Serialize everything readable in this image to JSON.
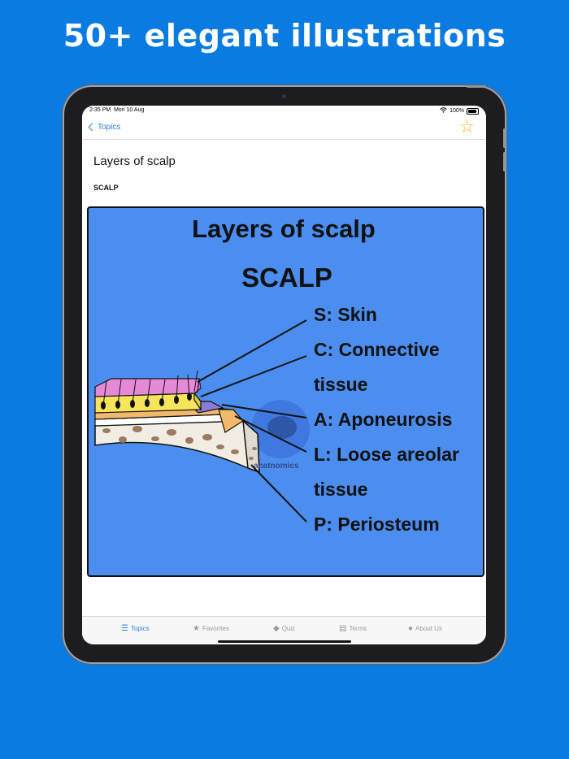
{
  "marketing": {
    "headline": "50+ elegant illustrations"
  },
  "status_bar": {
    "time": "2:35 PM",
    "date": "Mon 10 Aug",
    "battery": "100%"
  },
  "nav": {
    "back_label": "Topics",
    "favorite_icon": "star-outline-icon"
  },
  "page": {
    "title": "Layers of scalp",
    "subtitle": "SCALP"
  },
  "figure": {
    "title": "Layers of scalp",
    "subtitle": "SCALP",
    "labels": [
      "S: Skin",
      "C: Connective",
      "tissue",
      "A: Aponeurosis",
      "L: Loose areolar",
      "tissue",
      "P: Periosteum"
    ],
    "watermark": "anatnomics",
    "background_color": "#4c8ef0"
  },
  "tab_bar": {
    "tabs": [
      {
        "label": "Topics",
        "icon": "list-icon",
        "active": true
      },
      {
        "label": "Favorites",
        "icon": "star-icon",
        "active": false
      },
      {
        "label": "Quiz",
        "icon": "quiz-icon",
        "active": false
      },
      {
        "label": "Terms",
        "icon": "document-icon",
        "active": false
      },
      {
        "label": "About Us",
        "icon": "person-icon",
        "active": false
      }
    ]
  },
  "colors": {
    "accent": "#2f7ce0",
    "star": "#e8b30b",
    "background": "#0a7be0"
  }
}
